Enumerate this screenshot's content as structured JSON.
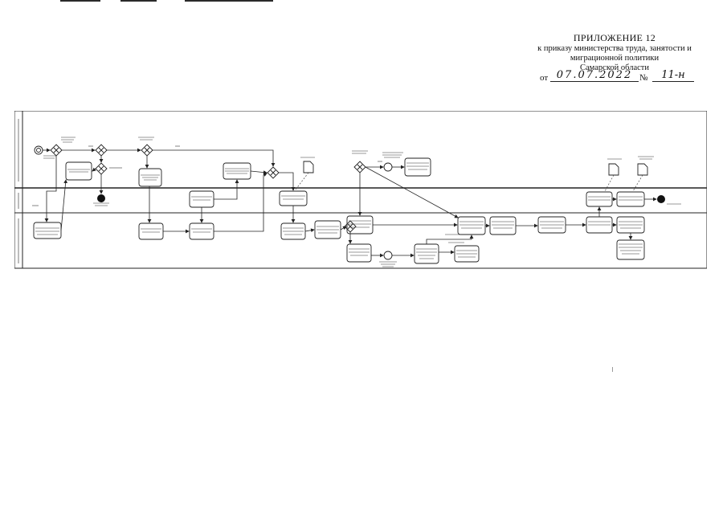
{
  "header": {
    "title": "ПРИЛОЖЕНИЕ 12",
    "line1": "к приказу министерства труда, занятости и",
    "line2": "миграционной политики",
    "line3": "Самарской области"
  },
  "order": {
    "prefix": "от",
    "date": "07.07.2022",
    "number_sign": "№",
    "number": "11-н"
  }
}
